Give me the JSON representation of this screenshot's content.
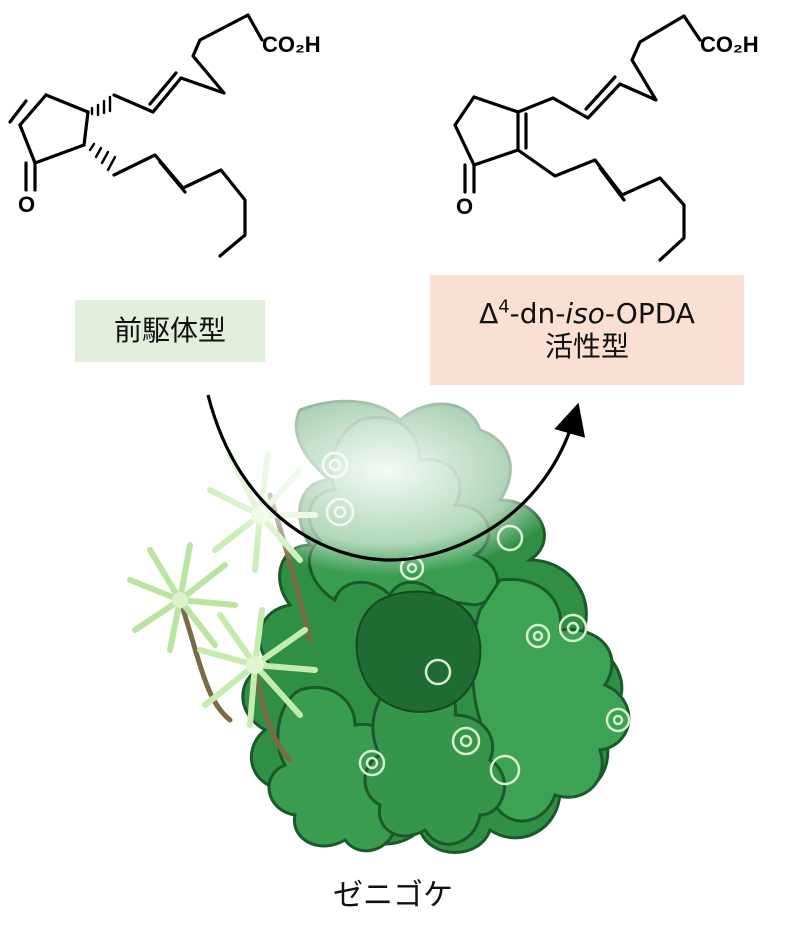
{
  "structures": {
    "left_acid_label": "CO₂H",
    "left_oxygen_label": "O",
    "right_acid_label": "CO₂H",
    "right_oxygen_label": "O"
  },
  "labels": {
    "precursor": "前駆体型",
    "active_line1_delta": "Δ",
    "active_line1_sup": "4",
    "active_line1_mid": "-dn-",
    "active_line1_iso": "iso",
    "active_line1_end": "-OPDA",
    "active_line2": "活性型",
    "organism": "ゼニゴケ"
  },
  "colors": {
    "precursor_box": "#e2efdc",
    "active_box": "#fae0d2",
    "thallus_dark": "#1f6b33",
    "thallus_mid": "#2f8f45",
    "thallus_light": "#4caf5e",
    "receptacle": "#a8d98c",
    "arrow": "#000000"
  }
}
